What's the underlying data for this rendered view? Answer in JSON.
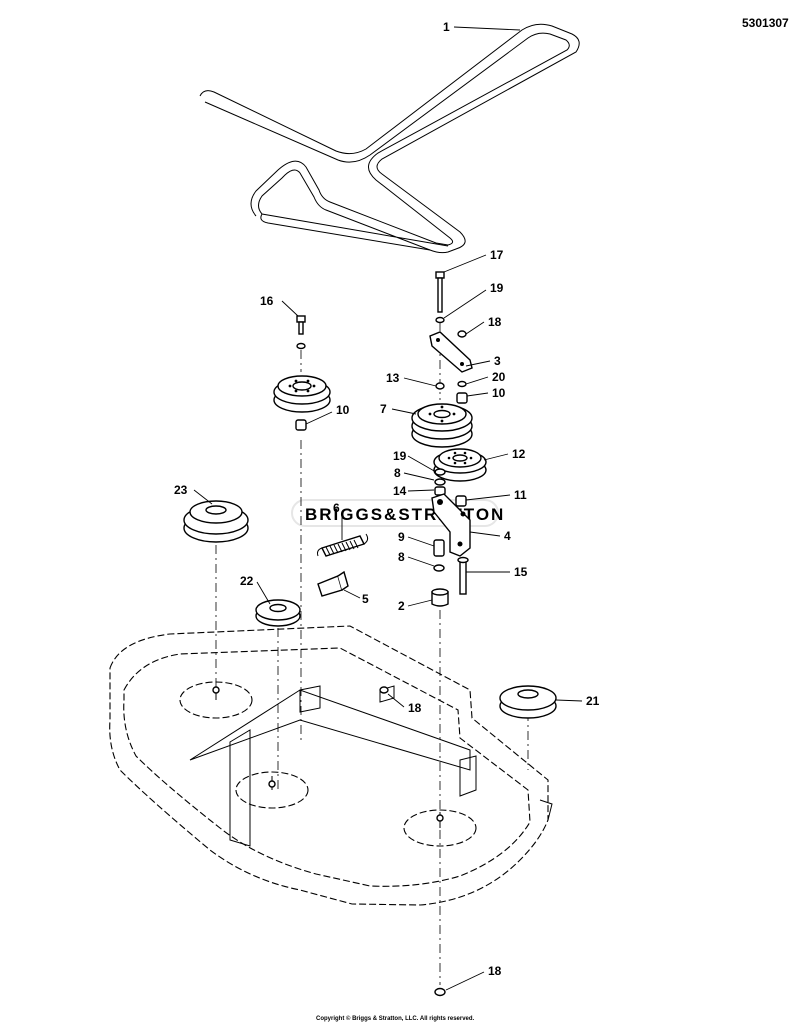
{
  "drawing_id": "5301307",
  "watermark": "BRIGGS&STRATTON",
  "copyright": "Copyright © Briggs & Stratton, LLC. All rights reserved.",
  "callouts": [
    {
      "id": "1",
      "part": "belt"
    },
    {
      "id": "2",
      "part": "spacer"
    },
    {
      "id": "3",
      "part": "idler-arm-plate"
    },
    {
      "id": "4",
      "part": "idler-arm"
    },
    {
      "id": "5",
      "part": "spring-bracket"
    },
    {
      "id": "6",
      "part": "extension-spring"
    },
    {
      "id": "7",
      "part": "double-pulley"
    },
    {
      "id": "8",
      "part": "washer"
    },
    {
      "id": "9",
      "part": "bushing"
    },
    {
      "id": "10",
      "part": "spacer"
    },
    {
      "id": "11",
      "part": "spacer"
    },
    {
      "id": "12",
      "part": "idler-pulley"
    },
    {
      "id": "13",
      "part": "nut"
    },
    {
      "id": "14",
      "part": "bushing"
    },
    {
      "id": "15",
      "part": "shoulder-bolt"
    },
    {
      "id": "16",
      "part": "bolt"
    },
    {
      "id": "17",
      "part": "bolt"
    },
    {
      "id": "18",
      "part": "lock-nut"
    },
    {
      "id": "19",
      "part": "washer"
    },
    {
      "id": "20",
      "part": "washer"
    },
    {
      "id": "21",
      "part": "pulley"
    },
    {
      "id": "22",
      "part": "pulley"
    },
    {
      "id": "23",
      "part": "pulley"
    }
  ]
}
